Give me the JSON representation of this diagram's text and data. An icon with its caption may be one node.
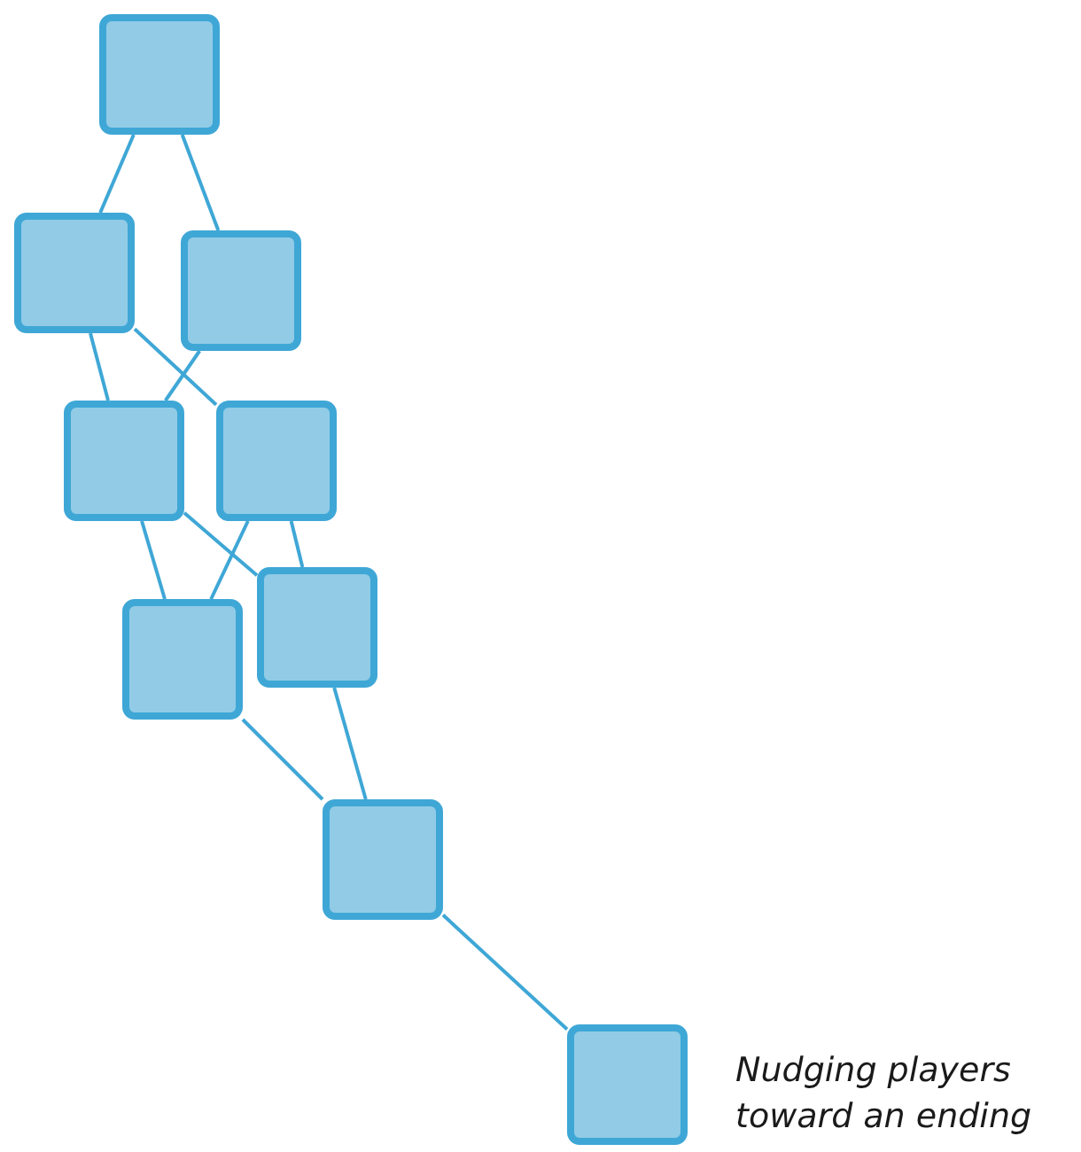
{
  "diagram": {
    "nodes": [
      {
        "text": [],
        "shape": "box"
      },
      {
        "text": [],
        "shape": "box"
      },
      {
        "text": [],
        "shape": "box"
      },
      {
        "text": [],
        "shape": "box"
      },
      {
        "text": [],
        "shape": "box"
      },
      {
        "text": [],
        "shape": "box"
      },
      {
        "text": [],
        "shape": "box"
      },
      {
        "text": [],
        "shape": "box"
      },
      {
        "text": [],
        "shape": "box",
        "beside": [
          "Nudging players toward an ending"
        ]
      }
    ],
    "edges": [
      {
        "from": 0,
        "to": 1,
        "arrow": "none"
      },
      {
        "from": 0,
        "to": 2,
        "arrow": "none"
      },
      {
        "from": 1,
        "to": 3,
        "arrow": "none"
      },
      {
        "from": 1,
        "to": 4,
        "arrow": "none"
      },
      {
        "from": 2,
        "to": 3,
        "arrow": "none"
      },
      {
        "from": 3,
        "to": 6,
        "arrow": "none"
      },
      {
        "from": 3,
        "to": 5,
        "arrow": "none"
      },
      {
        "from": 4,
        "to": 6,
        "arrow": "none"
      },
      {
        "from": 4,
        "to": 5,
        "arrow": "none"
      },
      {
        "from": 6,
        "to": 7,
        "arrow": "none"
      },
      {
        "from": 5,
        "to": 7,
        "arrow": "none"
      },
      {
        "from": 7,
        "to": 8,
        "arrow": "none"
      }
    ]
  }
}
